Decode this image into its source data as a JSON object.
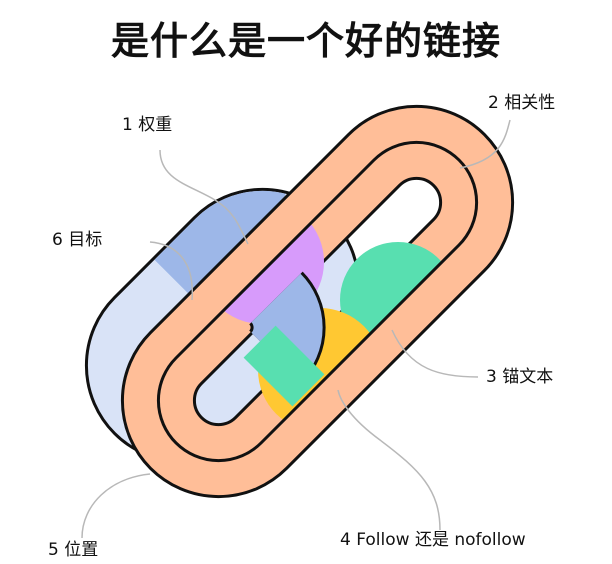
{
  "title": "是什么是一个好的链接",
  "labels": {
    "l1": "1 权重",
    "l2": "2 相关性",
    "l3": "3 锚文本",
    "l4": "4 Follow 还是 nofollow",
    "l5": "5 位置",
    "l6": "6 目标"
  },
  "colors": {
    "relevance": "#FFBE98",
    "weight": "#D79BFB",
    "anchor": "#58DFB0",
    "follow": "#FFC832",
    "position": "#D9E3F7",
    "target": "#9DB7E8",
    "outline": "#111111",
    "leader": "#B8B8B8"
  }
}
